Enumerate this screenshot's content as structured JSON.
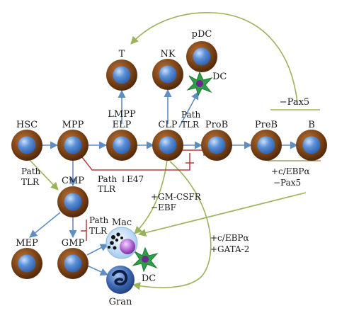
{
  "cells": {
    "hsc": "HSC",
    "mpp": "MPP",
    "lmpp": "LMPP",
    "elp": "ELP",
    "clp": "CLP",
    "prob": "ProB",
    "preb": "PreB",
    "b": "B",
    "t": "T",
    "nk": "NK",
    "pdc": "pDC",
    "dc_lymphoid": "DC",
    "cmp": "CMP",
    "mep": "MEP",
    "gmp": "GMP",
    "mac": "Mac",
    "dc_myeloid": "DC",
    "gran": "Gran"
  },
  "annotations": {
    "path_tlr_clp": [
      "Path",
      "TLR"
    ],
    "minus_pax5_top": "−Pax5",
    "path_tlr_hsc": [
      "Path",
      "TLR"
    ],
    "path_e47": "Path ↓E47",
    "tlr_e47": "TLR",
    "gm_csfr": "+GM-CSFR",
    "minus_ebf": "−EBF",
    "path_tlr_gmp": [
      "Path",
      "TLR"
    ],
    "cebpa_preb": "+c/EBPα",
    "minus_pax5_preb": "−Pax5",
    "cebpa_gata": "+c/EBPα",
    "gata2": "+GATA-2"
  },
  "colors": {
    "cell_outer": "#7a4216",
    "cell_inner": "#5b8fd6",
    "arrow_blue": "#5f8ec2",
    "arrow_green": "#9ab35a",
    "inhibit_red": "#b83a3a",
    "dc_green": "#2e9e48",
    "dc_nucleus": "#6a2a8a",
    "mac_body": "#d8ecff",
    "mac_vacuole": "#b060d0",
    "gran_body": "#3a64b0"
  }
}
